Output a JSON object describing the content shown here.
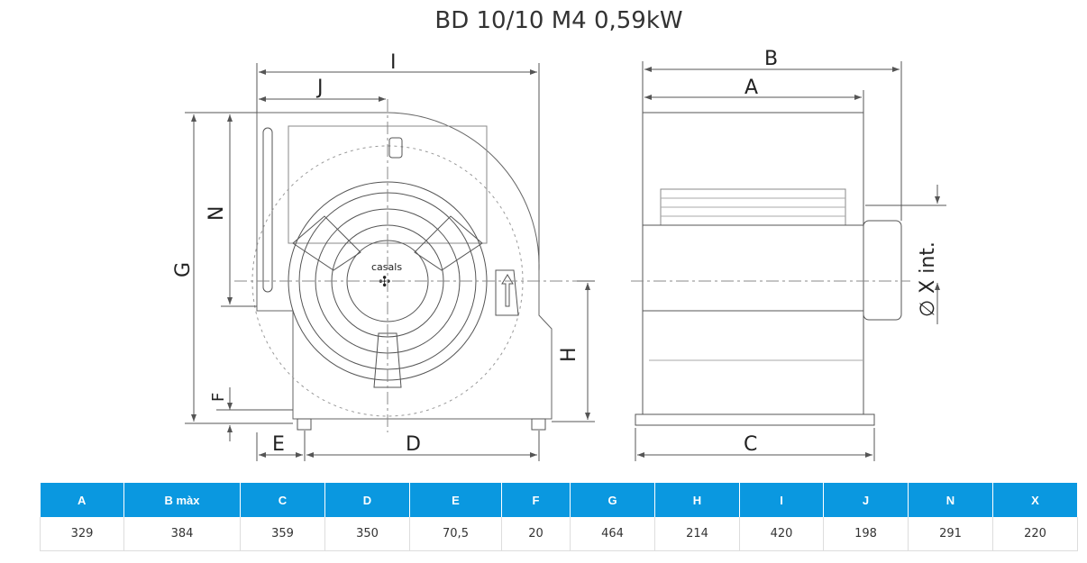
{
  "title": "BD 10/10 M4 0,59kW",
  "logo_text": "casals",
  "labels": {
    "I": "I",
    "J": "J",
    "N": "N",
    "G": "G",
    "F": "F",
    "E": "E",
    "D": "D",
    "H": "H",
    "B": "B",
    "A": "A",
    "C": "C",
    "X": "∅ X int."
  },
  "table": {
    "headers": [
      "A",
      "B màx",
      "C",
      "D",
      "E",
      "F",
      "G",
      "H",
      "I",
      "J",
      "N",
      "X"
    ],
    "values": [
      "329",
      "384",
      "359",
      "350",
      "70,5",
      "20",
      "464",
      "214",
      "420",
      "198",
      "291",
      "220"
    ]
  },
  "colors": {
    "header_bg": "#0a98e0",
    "line": "#555555"
  }
}
